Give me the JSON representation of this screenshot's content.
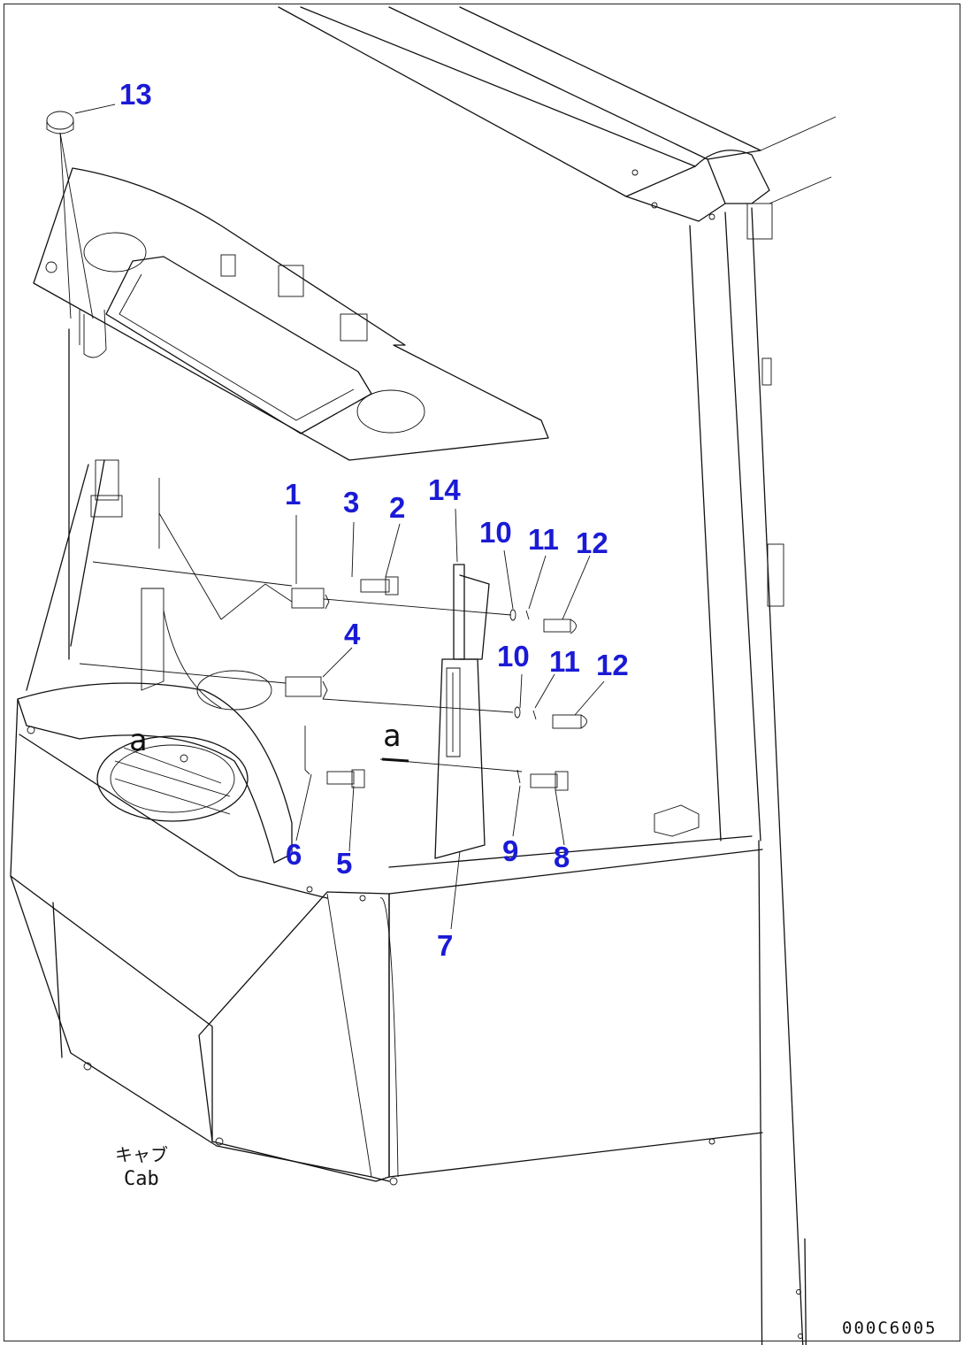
{
  "colors": {
    "callout": "#1a1ad6",
    "line": "#111111",
    "background": "#ffffff"
  },
  "callouts": [
    {
      "id": "13",
      "text": "13"
    },
    {
      "id": "1",
      "text": "1"
    },
    {
      "id": "3",
      "text": "3"
    },
    {
      "id": "2",
      "text": "2"
    },
    {
      "id": "14",
      "text": "14"
    },
    {
      "id": "10a",
      "text": "10"
    },
    {
      "id": "11a",
      "text": "11"
    },
    {
      "id": "12a",
      "text": "12"
    },
    {
      "id": "4",
      "text": "4"
    },
    {
      "id": "10b",
      "text": "10"
    },
    {
      "id": "11b",
      "text": "11"
    },
    {
      "id": "12b",
      "text": "12"
    },
    {
      "id": "6",
      "text": "6"
    },
    {
      "id": "5",
      "text": "5"
    },
    {
      "id": "9",
      "text": "9"
    },
    {
      "id": "8",
      "text": "8"
    },
    {
      "id": "7",
      "text": "7"
    }
  ],
  "view_marks": {
    "a_left": "a",
    "a_center": "a"
  },
  "cab_label": {
    "jp": "キャブ",
    "en": "Cab"
  },
  "drawing_code": "000C6005"
}
